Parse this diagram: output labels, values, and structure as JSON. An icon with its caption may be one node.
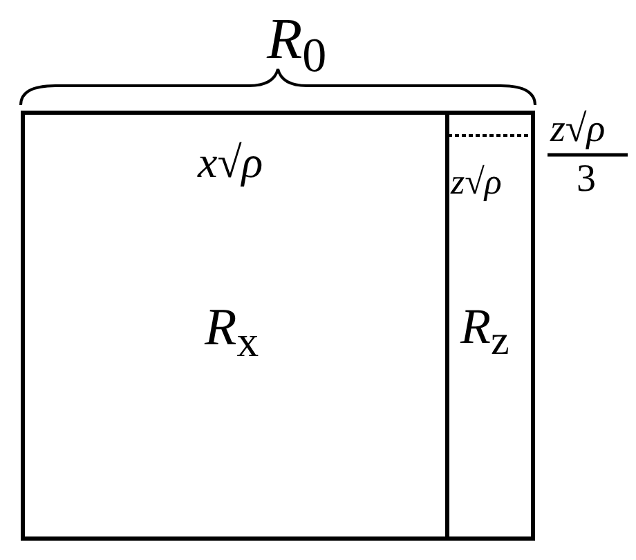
{
  "diagram": {
    "nodes": [
      {
        "text": [
          "*R*$_{0}$"
        ]
      },
      {
        "text": [
          "*x*√*ρ*",
          "*R*$_{x}$"
        ],
        "in": 0
      },
      {
        "text": [
          "*z*√*ρ*",
          "*R*$_{z}$"
        ],
        "in": 0,
        "beside": [
          "*z*√*ρ*",
          "3"
        ]
      }
    ],
    "edges": []
  }
}
